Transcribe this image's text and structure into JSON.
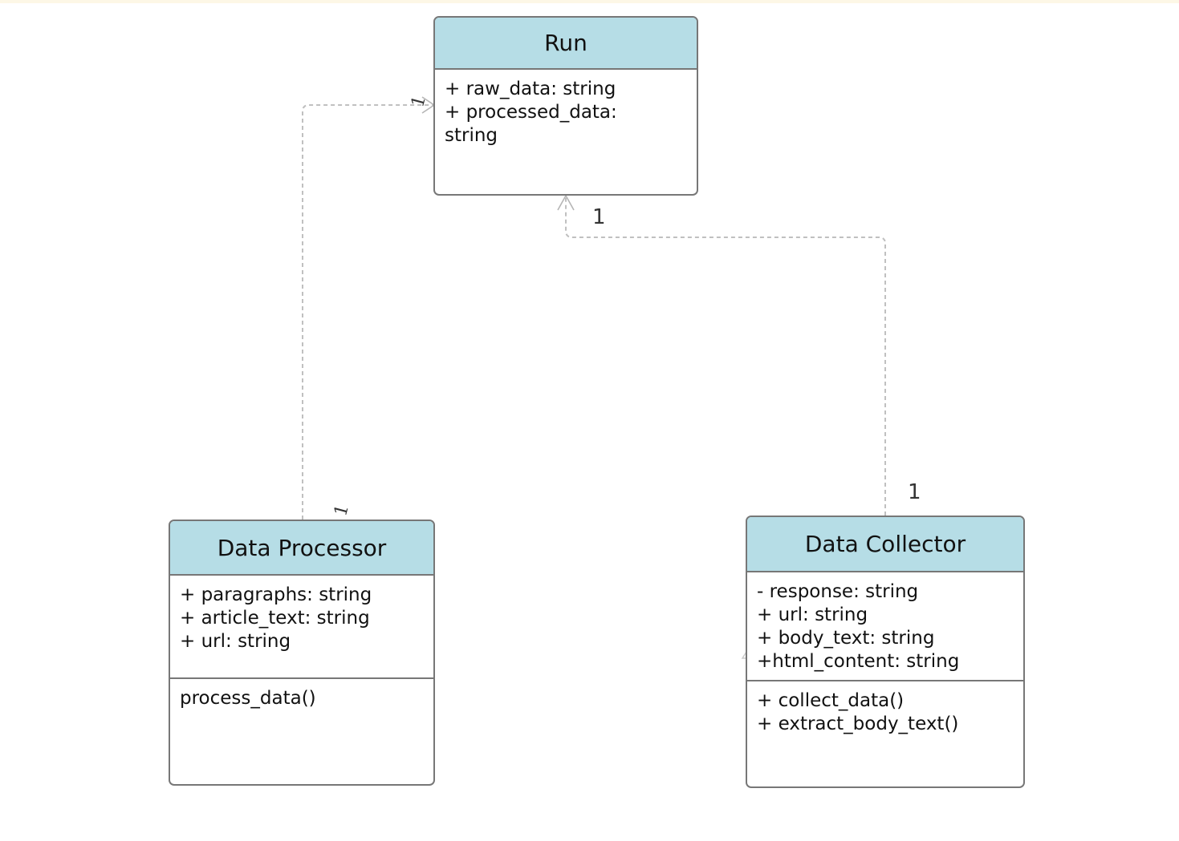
{
  "classes": {
    "run": {
      "name": "Run",
      "attributes": [
        "+ raw_data: string",
        "+ processed_data: string"
      ],
      "methods": []
    },
    "data_processor": {
      "name": "Data Processor",
      "attributes": [
        "+ paragraphs: string",
        "+ article_text: string",
        "+ url: string"
      ],
      "methods": [
        "process_data()"
      ]
    },
    "data_collector": {
      "name": "Data Collector",
      "attributes": [
        "- response: string",
        "+ url: string",
        "+ body_text: string",
        "+html_content: string"
      ],
      "methods": [
        "+ collect_data()",
        "+ extract_body_text()"
      ]
    }
  },
  "connectors": {
    "processor_to_run": {
      "source_multiplicity": "1",
      "target_multiplicity": "1"
    },
    "collector_to_run": {
      "source_multiplicity": "1",
      "target_multiplicity": "1"
    }
  },
  "colors": {
    "header_fill": "#b6dde6",
    "border": "#777777",
    "connector": "#c0c0c0"
  }
}
